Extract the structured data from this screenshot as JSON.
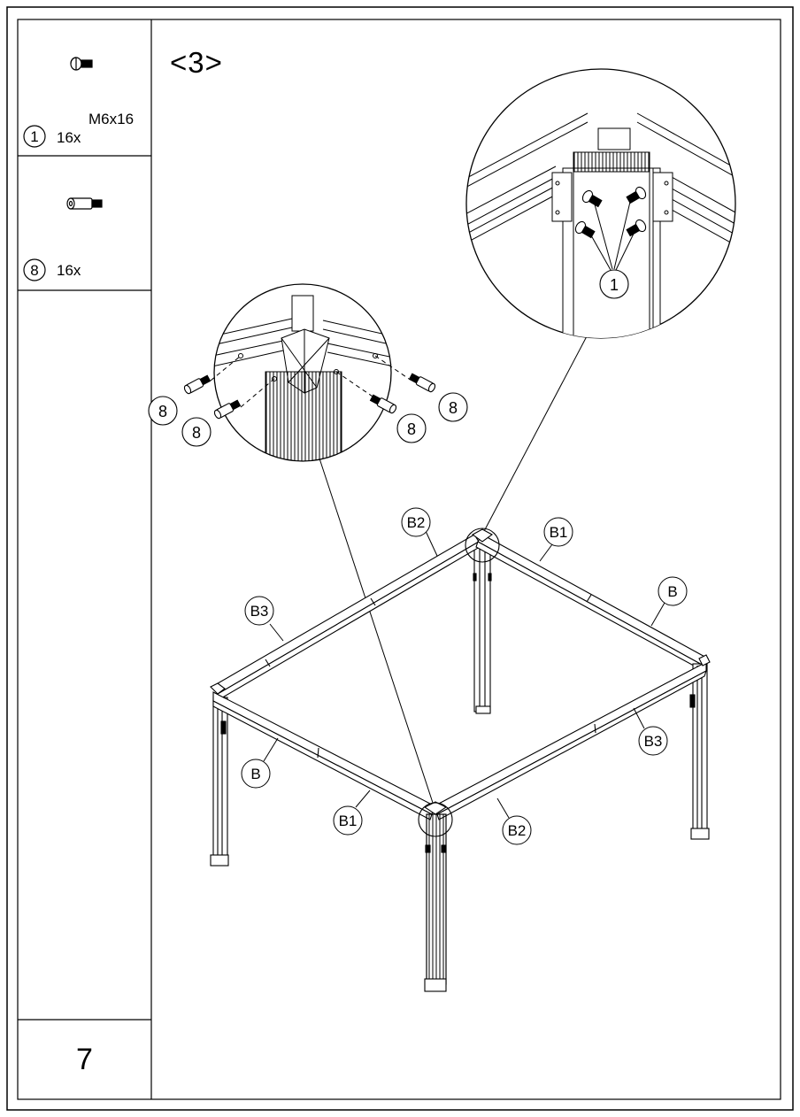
{
  "page": {
    "number": "7",
    "step_title": "<3>"
  },
  "parts": [
    {
      "callout": "1",
      "quantity": "16x",
      "spec": "M6x16",
      "icon": "bolt-icon"
    },
    {
      "callout": "8",
      "quantity": "16x",
      "icon": "spacer-bolt-icon"
    }
  ],
  "frame_labels": {
    "b2_back": "B2",
    "b1_right": "B1",
    "b_right": "B",
    "b3_left": "B3",
    "b3_right": "B3",
    "b_front": "B",
    "b1_front": "B1",
    "b2_front": "B2"
  },
  "detail_views": {
    "top_right_callout": "1",
    "left_callouts": [
      "8",
      "8",
      "8",
      "8"
    ]
  }
}
